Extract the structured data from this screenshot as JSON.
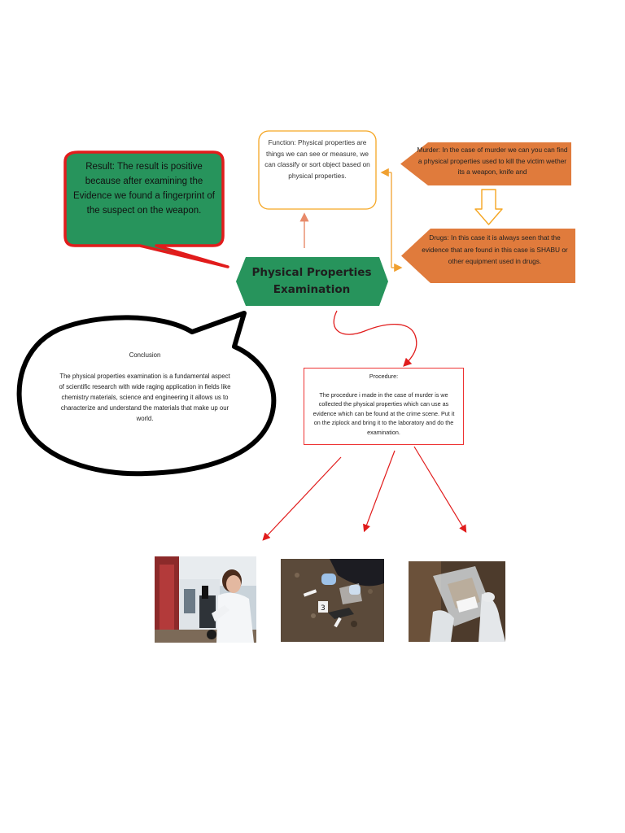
{
  "center": {
    "line1": "Physical Properties",
    "line2": "Examination",
    "color": "#27945c"
  },
  "result": {
    "text": "Result: The result is positive because after examining the Evidence we found a fingerprint of the suspect on the weapon.",
    "fill": "#27945c",
    "border": "#e11c1c"
  },
  "function": {
    "text": "Function: Physical properties are things we can see or measure, we can classify or sort object based on physical properties.",
    "border": "#f5a623"
  },
  "murder": {
    "text": "Murder: In the case of murder we can you can find a physical properties used to kill the victim wether its a weapon, knife and",
    "fill": "#e07b3c"
  },
  "drugs": {
    "text": "Drugs: In this case it is always seen that the evidence that are found in this case is SHABU or other equipment used in drugs.",
    "fill": "#e07b3c"
  },
  "conclusion": {
    "title": "Conclusion",
    "text": "The physical properties examination is a fundamental aspect of scientific research with wide raging application in fields like chemistry materials, science and engineering it allows us to characterize and understand the materials that make up our world."
  },
  "procedure": {
    "title": "Procedure:",
    "text": "The procedure i made in the case of murder is we collected the physical properties which can use as evidence which can be found at the crime scene. Put it on the ziplock and bring it to the laboratory and do the examination."
  },
  "photos": [
    {
      "name": "lab-microscope-photo"
    },
    {
      "name": "crime-scene-evidence-photo"
    },
    {
      "name": "ziplock-evidence-bag-photo"
    }
  ]
}
